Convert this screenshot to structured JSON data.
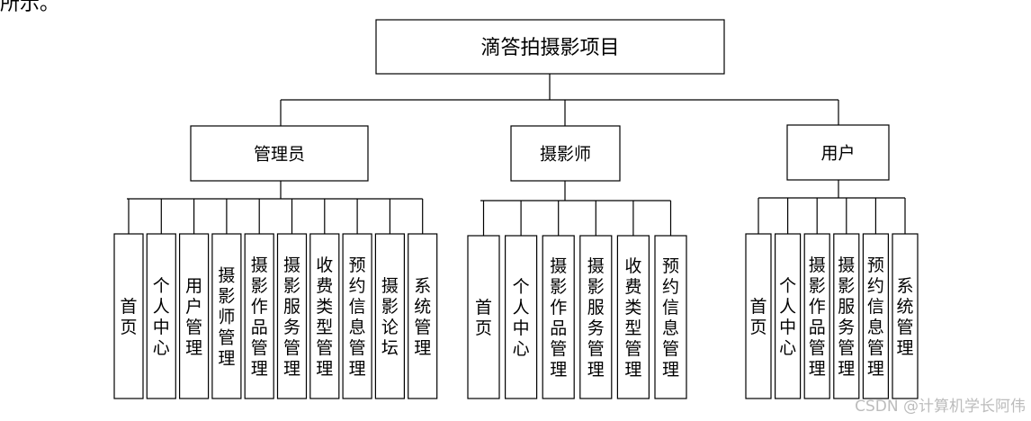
{
  "top_snippet": "所示。",
  "root": {
    "label": "滴答拍摄影项目"
  },
  "roles": [
    {
      "label": "管理员",
      "modules": [
        "首页",
        "个人中心",
        "用户管理",
        "摄影师管理",
        "摄影作品管理",
        "摄影服务管理",
        "收费类型管理",
        "预约信息管理",
        "摄影论坛",
        "系统管理"
      ]
    },
    {
      "label": "摄影师",
      "modules": [
        "首页",
        "个人中心",
        "摄影作品管理",
        "摄影服务管理",
        "收费类型管理",
        "预约信息管理"
      ]
    },
    {
      "label": "用户",
      "modules": [
        "首页",
        "个人中心",
        "摄影作品管理",
        "摄影服务管理",
        "预约信息管理",
        "系统管理"
      ]
    }
  ],
  "watermark": "CSDN @计算机学长阿伟"
}
